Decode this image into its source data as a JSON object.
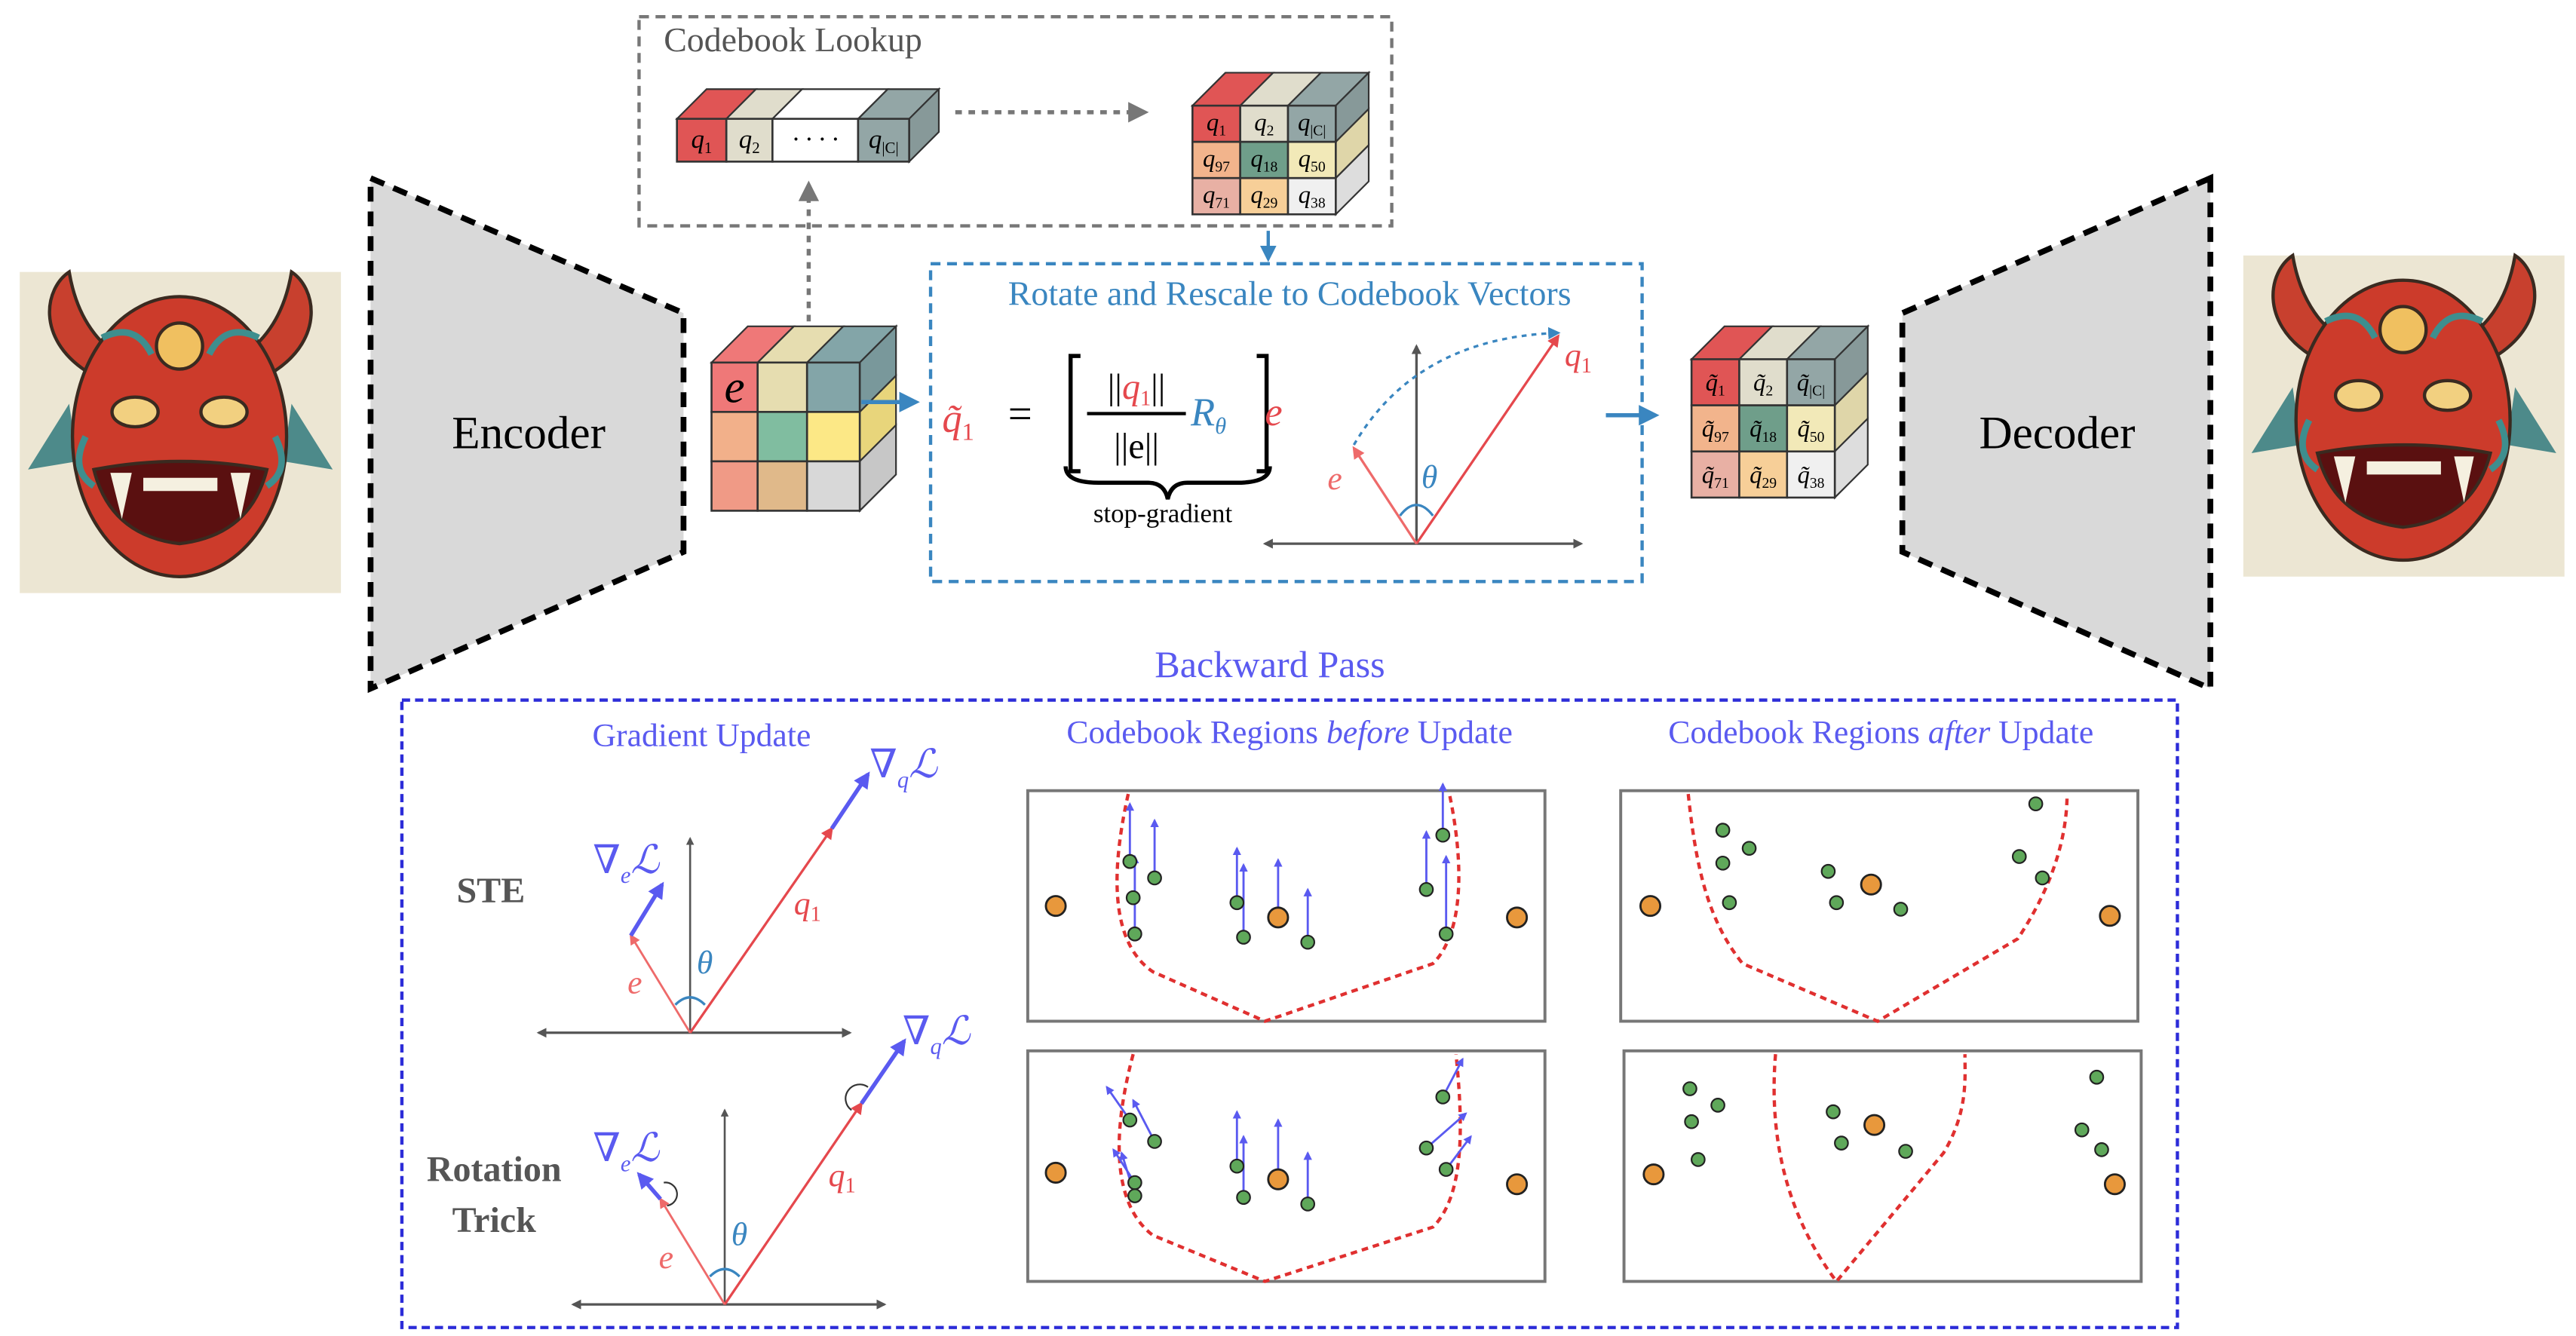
{
  "colors": {
    "red": "#e5484d",
    "blue": "#3a86c0",
    "purple_blue": "#5a5af0",
    "backward_border": "#2c2cd8",
    "gray": "#6b6b6b",
    "green_dot": "#5fa85a",
    "orange_dot": "#e8983c",
    "region_boundary": "#e03030"
  },
  "encoder": {
    "label": "Encoder"
  },
  "decoder": {
    "label": "Decoder"
  },
  "codebook_lookup": {
    "title": "Codebook Lookup",
    "row": [
      {
        "q": "q",
        "sub": "1",
        "color": "#e05555"
      },
      {
        "q": "q",
        "sub": "2",
        "color": "#e0ddcc"
      },
      {
        "q": "· · · ·",
        "sub": "",
        "color": "#ffffff"
      },
      {
        "q": "q",
        "sub": "|C|",
        "color": "#93a6a6"
      }
    ],
    "grid": [
      {
        "q": "q",
        "sub": "1",
        "color": "#e05555"
      },
      {
        "q": "q",
        "sub": "2",
        "color": "#e0ddcc"
      },
      {
        "q": "q",
        "sub": "|C|",
        "color": "#93a6a6"
      },
      {
        "q": "q",
        "sub": "97",
        "color": "#f2b48c"
      },
      {
        "q": "q",
        "sub": "18",
        "color": "#6f9e8a"
      },
      {
        "q": "q",
        "sub": "50",
        "color": "#f2e9b8"
      },
      {
        "q": "q",
        "sub": "71",
        "color": "#e8b0a4"
      },
      {
        "q": "q",
        "sub": "29",
        "color": "#f7cf98"
      },
      {
        "q": "q",
        "sub": "38",
        "color": "#f0f0f0"
      }
    ]
  },
  "embedding_cube": {
    "label": "e",
    "colors": [
      "#ef7878",
      "#e6ddb0",
      "#83a5a8",
      "#f2b08a",
      "#80bda0",
      "#fce886",
      "#f09a86",
      "#e0b98a",
      "#d8d8d8"
    ]
  },
  "output_cube": {
    "cells": [
      {
        "q": "q̃",
        "sub": "1",
        "color": "#e05555"
      },
      {
        "q": "q̃",
        "sub": "2",
        "color": "#e0ddcc"
      },
      {
        "q": "q̃",
        "sub": "|C|",
        "color": "#93a6a6"
      },
      {
        "q": "q̃",
        "sub": "97",
        "color": "#f2b48c"
      },
      {
        "q": "q̃",
        "sub": "18",
        "color": "#6f9e8a"
      },
      {
        "q": "q̃",
        "sub": "50",
        "color": "#f2e9b8"
      },
      {
        "q": "q̃",
        "sub": "71",
        "color": "#e8b0a4"
      },
      {
        "q": "q̃",
        "sub": "29",
        "color": "#f7cf98"
      },
      {
        "q": "q̃",
        "sub": "38",
        "color": "#f0f0f0"
      }
    ]
  },
  "rotate_box": {
    "title": "Rotate and Rescale to Codebook Vectors",
    "formula": {
      "lhs": "q̃",
      "lhs_sub": "1",
      "equals": "=",
      "num_open": "||",
      "num_q": "q",
      "num_sub": "1",
      "num_close": "||",
      "den": "||e||",
      "rotation": "R",
      "rotation_sub": "θ",
      "e": "e",
      "brace_label": "stop-gradient"
    },
    "diagram": {
      "q_label": "q",
      "q_sub": "1",
      "e_label": "e",
      "theta": "θ"
    }
  },
  "backward": {
    "title": "Backward Pass",
    "gradient_update_title": "Gradient Update",
    "before_title_pre": "Codebook Regions ",
    "before_title_em": "before",
    "before_title_post": " Update",
    "after_title_pre": "Codebook Regions ",
    "after_title_em": "after",
    "after_title_post": " Update",
    "ste_label": "STE",
    "rotation_label_1": "Rotation",
    "rotation_label_2": "Trick",
    "grad_q": "∇",
    "grad_q_sub": "q",
    "grad_L": "ℒ",
    "grad_e_sub": "e",
    "q_label": "q",
    "q_sub": "1",
    "e_label": "e",
    "theta": "θ"
  }
}
